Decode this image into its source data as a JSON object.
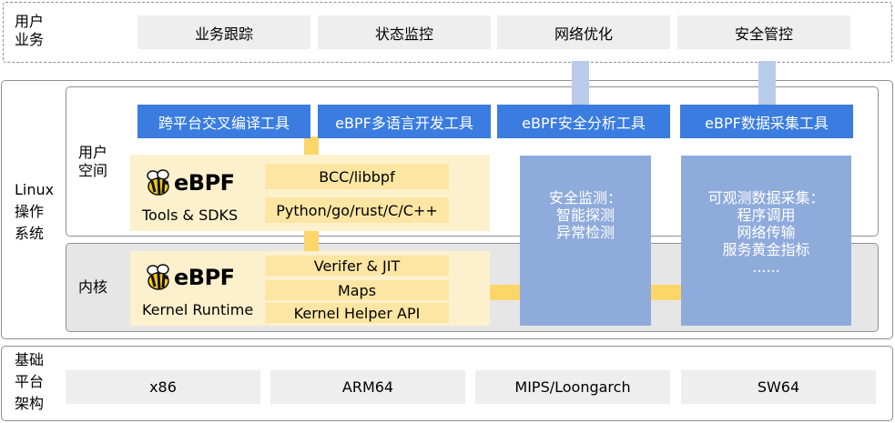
{
  "user_business": {
    "label_line1": "用户",
    "label_line2": "业务",
    "items": [
      "业务跟踪",
      "状态监控",
      "网络优化",
      "安全管控"
    ]
  },
  "linux_os": {
    "label_line1": "Linux",
    "label_line2": "操作",
    "label_line3": "系统"
  },
  "user_space": {
    "label_line1": "用户",
    "label_line2": "空间",
    "tools": [
      "跨平台交叉编译工具",
      "eBPF多语言开发工具",
      "eBPF安全分析工具",
      "eBPF数据采集工具"
    ],
    "logo_text": "eBPF",
    "caption": "Tools & SDKS",
    "libs": [
      "BCC/libbpf",
      "Python/go/rust/C/C++"
    ]
  },
  "kernel": {
    "label": "内核",
    "logo_text": "eBPF",
    "caption": "Kernel Runtime",
    "items": [
      "Verifer & JIT",
      "Maps",
      "Kernel Helper API"
    ]
  },
  "security_panel": {
    "lines": [
      "安全监测：",
      "智能探测",
      "异常检测"
    ]
  },
  "data_panel": {
    "lines": [
      "可观测数据采集：",
      "程序调用",
      "网络传输",
      "服务黄金指标",
      "......"
    ]
  },
  "platform": {
    "label_line1": "基础",
    "label_line2": "平台",
    "label_line3": "架构",
    "items": [
      "x86",
      "ARM64",
      "MIPS/Loongarch",
      "SW64"
    ]
  },
  "colors": {
    "blue_button": "#3a7ce0",
    "panel_blue": "#8fabdc",
    "connector_blue": "#b9cbea",
    "cream": "#fdf1cd",
    "yellow": "#fde6a3",
    "connector_yellow": "#fdd66a",
    "gray_box": "#eeeeee",
    "kernel_bg": "#e6e6e6"
  },
  "icons": [
    "bee-icon"
  ]
}
